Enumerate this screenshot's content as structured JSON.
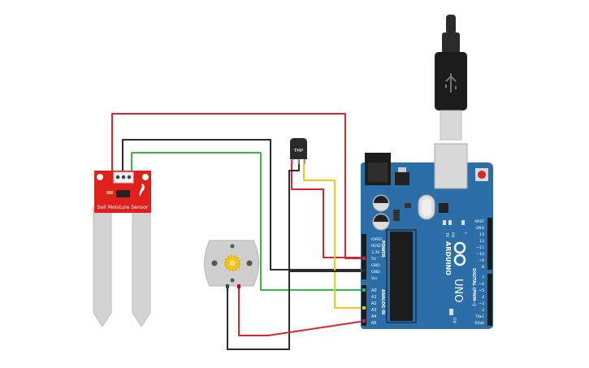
{
  "sensor": {
    "label": "Soil Moisture Sensor"
  },
  "temp_sensor": {
    "label": "TMP"
  },
  "arduino": {
    "brand": "ARDUINO",
    "model": "UNO",
    "power_header": "POWER",
    "analog_header": "ANALOG IN",
    "digital_header": "DIGITAL (PWM~)",
    "on_label": "ON",
    "tx_label": "TX",
    "rx_label": "RX",
    "l_label": "L",
    "power_pins": [
      "IOREF",
      "RESET",
      "3.3V",
      "5V",
      "GND",
      "GND",
      "Vin"
    ],
    "analog_pins": [
      "A0",
      "A1",
      "A2",
      "A3",
      "A4",
      "A5"
    ],
    "digital_top": [
      "AREF",
      "GND",
      "13",
      "12",
      "~11",
      "~10",
      "~9",
      "8"
    ],
    "digital_bottom": [
      "7",
      "~6",
      "~5",
      "4",
      "~3",
      "2",
      "TX▸1",
      "RX◂0"
    ]
  },
  "colors": {
    "wire_red": "#d9262c",
    "wire_black": "#2b2b2b",
    "wire_green": "#3cb44b",
    "wire_yellow": "#f2c81c",
    "board_blue": "#2c6fa8",
    "sensor_red": "#e0201b"
  }
}
